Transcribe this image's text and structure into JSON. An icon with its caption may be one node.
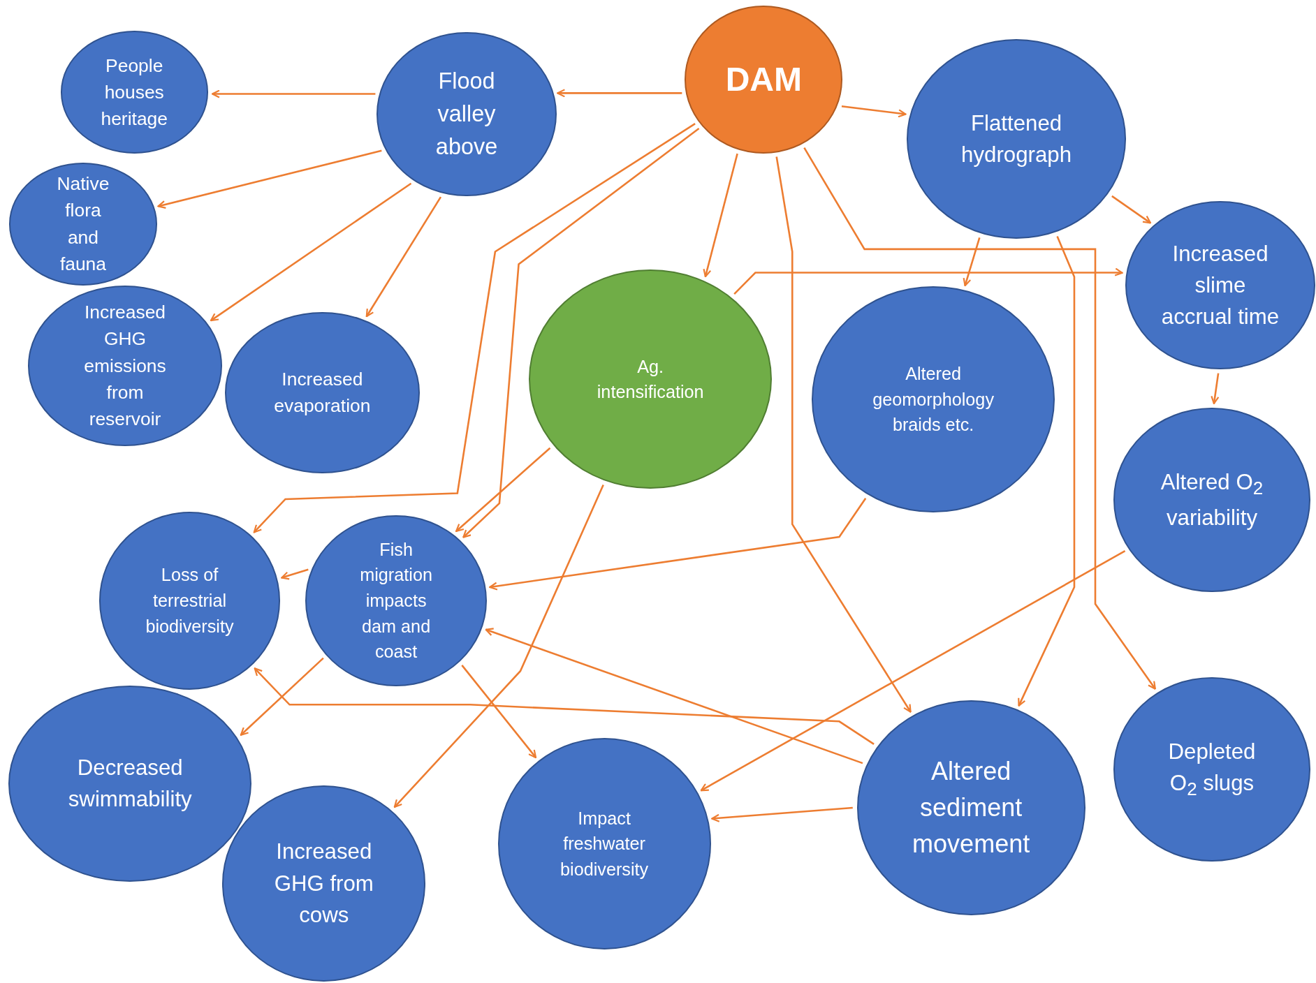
{
  "diagram": {
    "nodes": [
      {
        "text": [
          "DAM"
        ]
      },
      {
        "text": [
          "Flood valley above"
        ]
      },
      {
        "text": [
          "People houses heritage"
        ]
      },
      {
        "text": [
          "Native flora and fauna"
        ]
      },
      {
        "text": [
          "Increased GHG emissions from reservoir"
        ]
      },
      {
        "text": [
          "Increased evaporation"
        ]
      },
      {
        "text": [
          "Flattened hydrograph"
        ]
      },
      {
        "text": [
          "Increased slime accrual time"
        ]
      },
      {
        "text": [
          "Ag. intensification"
        ]
      },
      {
        "text": [
          "Altered geomorphology braids etc."
        ]
      },
      {
        "text": [
          "Altered O$_{2}$ variability"
        ]
      },
      {
        "text": [
          "Loss of terrestrial biodiversity"
        ]
      },
      {
        "text": [
          "Fish migration impacts dam and coast"
        ]
      },
      {
        "text": [
          "Decreased swimmability"
        ]
      },
      {
        "text": [
          "Increased GHG from cows"
        ]
      },
      {
        "text": [
          "Impact freshwater biodiversity"
        ]
      },
      {
        "text": [
          "Altered sediment movement"
        ]
      },
      {
        "text": [
          "Depleted O$_{2}$ slugs"
        ]
      }
    ],
    "edges": [
      {
        "from": 0,
        "to": 1,
        "arrow": "to"
      },
      {
        "from": 1,
        "to": 2,
        "arrow": "to"
      },
      {
        "from": 1,
        "to": 3,
        "arrow": "to"
      },
      {
        "from": 1,
        "to": 4,
        "arrow": "to"
      },
      {
        "from": 1,
        "to": 5,
        "arrow": "to"
      },
      {
        "from": 0,
        "to": 6,
        "arrow": "to"
      },
      {
        "from": 0,
        "to": 8,
        "arrow": "to"
      },
      {
        "from": 0,
        "to": 11,
        "arrow": "to"
      },
      {
        "from": 0,
        "to": 12,
        "arrow": "to"
      },
      {
        "from": 0,
        "to": 16,
        "arrow": "to"
      },
      {
        "from": 0,
        "to": 17,
        "arrow": "to"
      },
      {
        "from": 6,
        "to": 9,
        "arrow": "to"
      },
      {
        "from": 6,
        "to": 7,
        "arrow": "to"
      },
      {
        "from": 6,
        "to": 16,
        "arrow": "to"
      },
      {
        "from": 8,
        "to": 7,
        "arrow": "to"
      },
      {
        "from": 8,
        "to": 12,
        "arrow": "to"
      },
      {
        "from": 8,
        "to": 14,
        "arrow": "to"
      },
      {
        "from": 7,
        "to": 10,
        "arrow": "to"
      },
      {
        "from": 9,
        "to": 12,
        "arrow": "to"
      },
      {
        "from": 10,
        "to": 15,
        "arrow": "to"
      },
      {
        "from": 12,
        "to": 11,
        "arrow": "to"
      },
      {
        "from": 12,
        "to": 13,
        "arrow": "to"
      },
      {
        "from": 12,
        "to": 15,
        "arrow": "to"
      },
      {
        "from": 16,
        "to": 11,
        "arrow": "to"
      },
      {
        "from": 16,
        "to": 12,
        "arrow": "to"
      },
      {
        "from": 16,
        "to": 15,
        "arrow": "to"
      }
    ]
  }
}
